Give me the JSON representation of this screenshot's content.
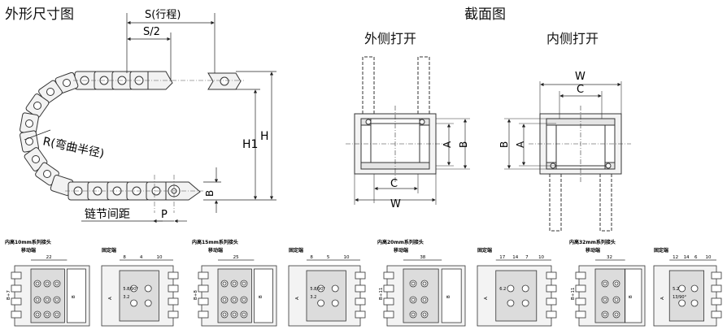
{
  "titles": {
    "outline": "外形尺寸图",
    "section": "截面图",
    "outer_open": "外侧打开",
    "inner_open": "内侧打开"
  },
  "chain_dims": {
    "stroke": "S(行程)",
    "half_stroke": "S/2",
    "height": "H",
    "height1": "H1",
    "bend_radius": "R(弯曲半径)",
    "pitch_label": "链节间距",
    "pitch": "P",
    "b": "B"
  },
  "section_dims": {
    "a": "A",
    "b": "B",
    "c": "C",
    "w": "W"
  },
  "connectors": [
    {
      "title": "内高10mm系列接头",
      "moving_end": "移动端",
      "fixed_end": "固定端",
      "dims_top": [
        "22",
        "8",
        "4",
        "10"
      ],
      "side_label": "B+7",
      "mid_label": "B",
      "a_label": "A",
      "notes": [
        "5.8/90°",
        "3.2"
      ]
    },
    {
      "title": "内高15mm系列接头",
      "moving_end": "移动端",
      "fixed_end": "固定端",
      "dims_top": [
        "25",
        "8",
        "5",
        "10"
      ],
      "side_label": "B+8",
      "mid_label": "B",
      "a_label": "A",
      "notes": [
        "5.8/90°",
        "3.2"
      ]
    },
    {
      "title": "内高20mm系列接头",
      "moving_end": "移动端",
      "fixed_end": "固定端",
      "dims_top": [
        "38",
        "17",
        "14",
        "7",
        "10"
      ],
      "side_label": "B+11",
      "mid_label": "B",
      "a_label": "A",
      "notes": [
        "6.2"
      ]
    },
    {
      "title": "内高32mm系列接头",
      "moving_end": "移动端",
      "fixed_end": "固定端",
      "dims_top": [
        "32",
        "12",
        "14",
        "6",
        "10"
      ],
      "side_label": "B+11",
      "mid_label": "B",
      "a_label": "A",
      "notes": [
        "5.2",
        "13/90°"
      ]
    }
  ]
}
